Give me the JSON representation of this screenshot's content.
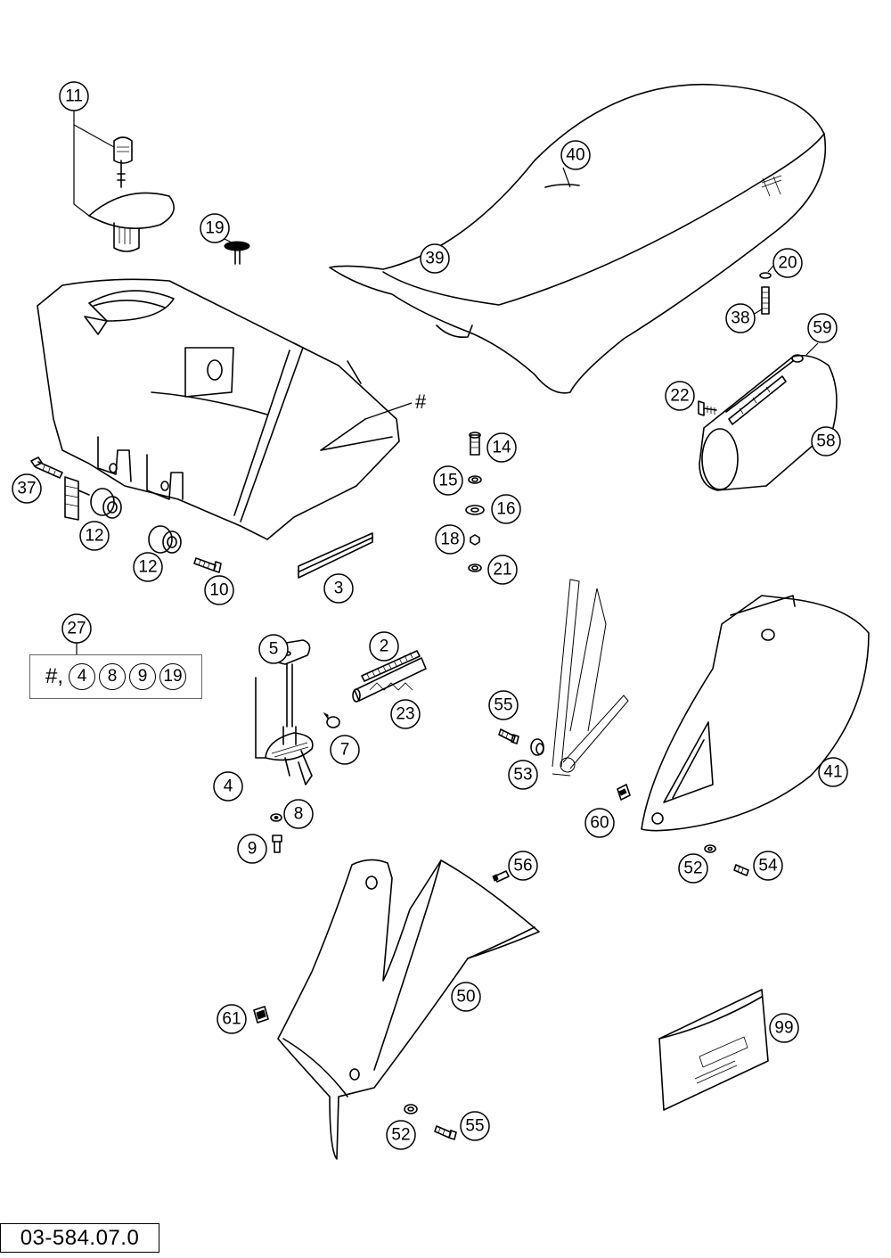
{
  "drawing_number": "03-584.07.0",
  "tank_hash_marker": "#",
  "kit": {
    "label": "27",
    "prefix": "#,",
    "members": [
      "4",
      "8",
      "9",
      "19"
    ]
  },
  "callouts": {
    "c11": "11",
    "c19": "19",
    "c40": "40",
    "c39": "39",
    "c20": "20",
    "c38": "38",
    "c59": "59",
    "c22": "22",
    "c58": "58",
    "c37": "37",
    "c12a": "12",
    "c12b": "12",
    "c10": "10",
    "c3": "3",
    "c14": "14",
    "c15": "15",
    "c16": "16",
    "c18": "18",
    "c21": "21",
    "c27": "27",
    "c5": "5",
    "c2": "2",
    "c23": "23",
    "c7": "7",
    "c4": "4",
    "c8": "8",
    "c9": "9",
    "c55a": "55",
    "c53": "53",
    "c41": "41",
    "c60": "60",
    "c52a": "52",
    "c54": "54",
    "c56": "56",
    "c50": "50",
    "c61": "61",
    "c99": "99",
    "c52b": "52",
    "c55b": "55"
  }
}
